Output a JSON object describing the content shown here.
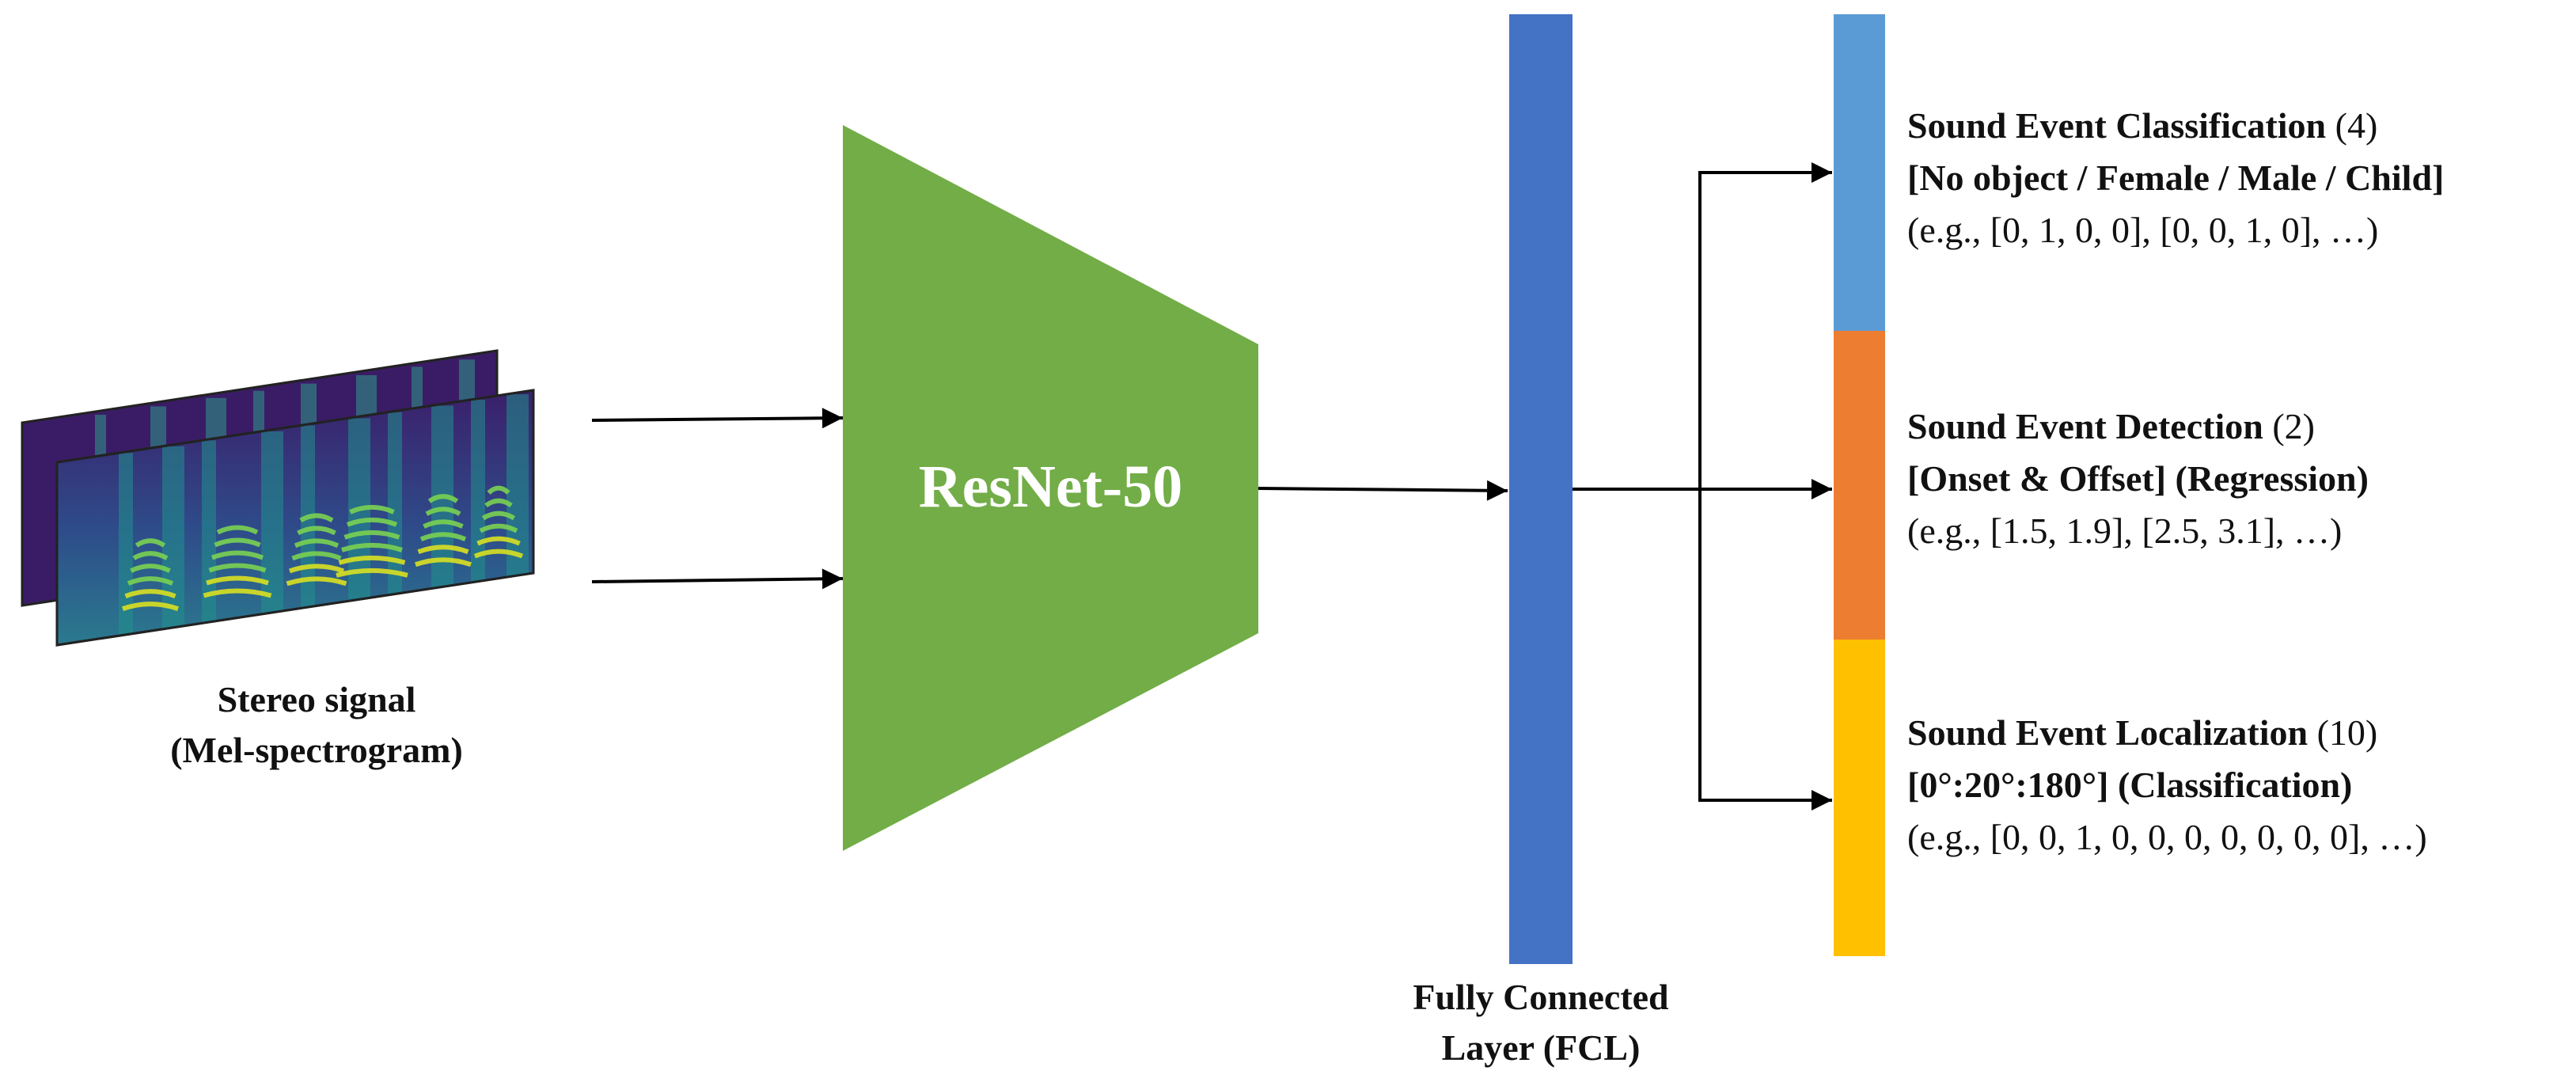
{
  "input": {
    "label_line1": "Stereo signal",
    "label_line2": "(Mel-spectrogram)"
  },
  "backbone": {
    "label": "ResNet-50",
    "color": "#72AD47"
  },
  "fcl": {
    "label_line1": "Fully Connected",
    "label_line2": "Layer (FCL)",
    "color": "#4472C4"
  },
  "outputs": [
    {
      "title": "Sound Event Classification",
      "count": "(4)",
      "detail": "[No object / Female / Male / Child]",
      "example": "(e.g., [0, 1, 0, 0], [0, 0, 1, 0], …)",
      "color": "#5B9BD5"
    },
    {
      "title": "Sound Event Detection",
      "count": "(2)",
      "detail": "[Onset & Offset] (Regression)",
      "example": "(e.g., [1.5, 1.9], [2.5, 3.1], …)",
      "color": "#ED7D31"
    },
    {
      "title": "Sound Event Localization",
      "count": "(10)",
      "detail": "[0°:20°:180°] (Classification)",
      "example": "(e.g., [0, 0, 1, 0, 0, 0, 0, 0, 0, 0], …)",
      "color": "#FFC000"
    }
  ]
}
